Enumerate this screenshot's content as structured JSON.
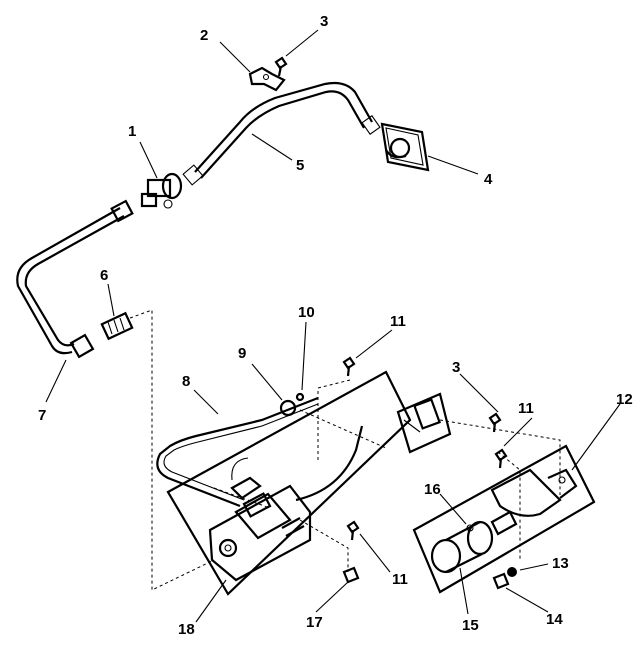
{
  "diagram": {
    "colors": {
      "ink": "#000000",
      "paper": "#ffffff"
    },
    "callouts": [
      {
        "id": "c1",
        "label": "1"
      },
      {
        "id": "c2",
        "label": "2"
      },
      {
        "id": "c3a",
        "label": "3"
      },
      {
        "id": "c4",
        "label": "4"
      },
      {
        "id": "c5",
        "label": "5"
      },
      {
        "id": "c6",
        "label": "6"
      },
      {
        "id": "c7",
        "label": "7"
      },
      {
        "id": "c8",
        "label": "8"
      },
      {
        "id": "c9",
        "label": "9"
      },
      {
        "id": "c10",
        "label": "10"
      },
      {
        "id": "c11a",
        "label": "11"
      },
      {
        "id": "c3b",
        "label": "3"
      },
      {
        "id": "c11b",
        "label": "11"
      },
      {
        "id": "c12",
        "label": "12"
      },
      {
        "id": "c16",
        "label": "16"
      },
      {
        "id": "c13",
        "label": "13"
      },
      {
        "id": "c11c",
        "label": "11"
      },
      {
        "id": "c18",
        "label": "18"
      },
      {
        "id": "c17",
        "label": "17"
      },
      {
        "id": "c15",
        "label": "15"
      },
      {
        "id": "c14",
        "label": "14"
      }
    ]
  }
}
